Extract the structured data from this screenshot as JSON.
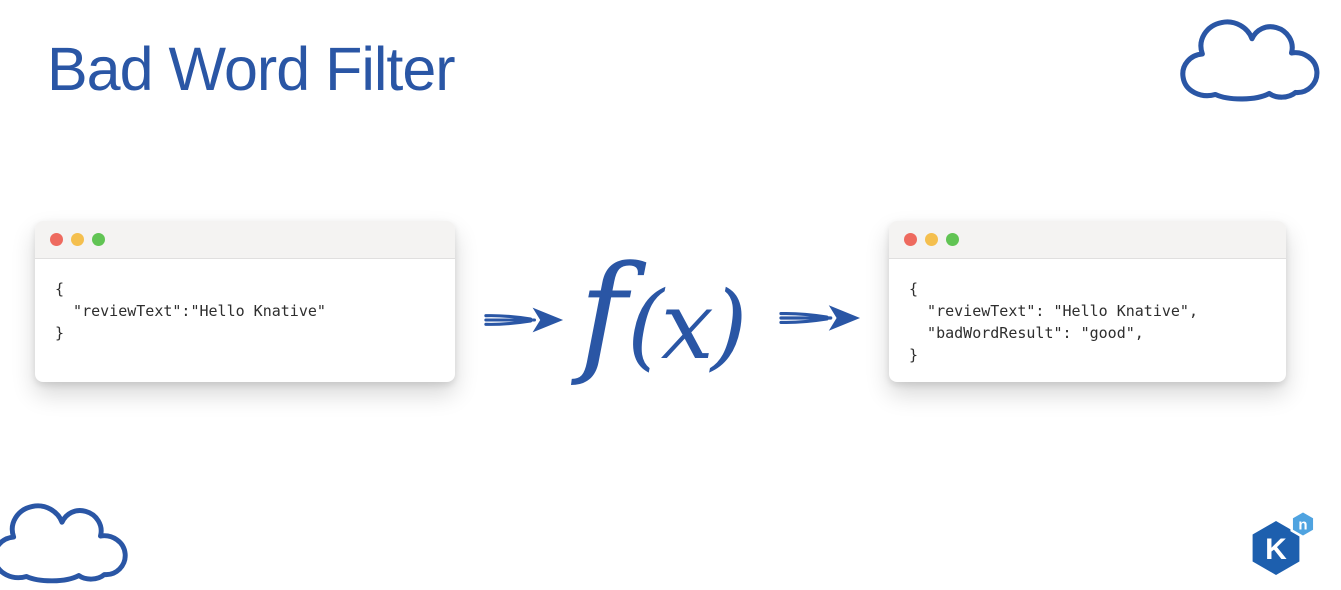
{
  "slide": {
    "title": "Bad Word Filter"
  },
  "flow": {
    "input_window": {
      "code_lines": [
        "{",
        "  \"reviewText\":\"Hello Knative\"",
        "}"
      ]
    },
    "function_symbol": {
      "f": "f",
      "args": "(x)"
    },
    "output_window": {
      "code_lines": [
        "{",
        "  \"reviewText\": \"Hello Knative\",",
        "  \"badWordResult\": \"good\",",
        "}"
      ]
    }
  },
  "logo": {
    "letter": "K",
    "superscript": "n"
  },
  "icons": {
    "cloud_top_right": "cloud-outline-icon",
    "cloud_bottom_left": "cloud-outline-icon",
    "arrow_input_to_function": "sketch-arrow-right-icon",
    "arrow_function_to_output": "sketch-arrow-right-icon",
    "traffic_lights": [
      "close",
      "minimize",
      "maximize"
    ]
  },
  "colors": {
    "accent_blue": "#2a56a5",
    "traffic_red": "#ee6a5f",
    "traffic_yellow": "#f4bf4e",
    "traffic_green": "#61c454",
    "window_header": "#f4f3f2",
    "window_border": "#e0dfdf",
    "code_text": "#2e2e2e",
    "knative_primary": "#1d5fae",
    "knative_secondary": "#4fa3e0"
  }
}
